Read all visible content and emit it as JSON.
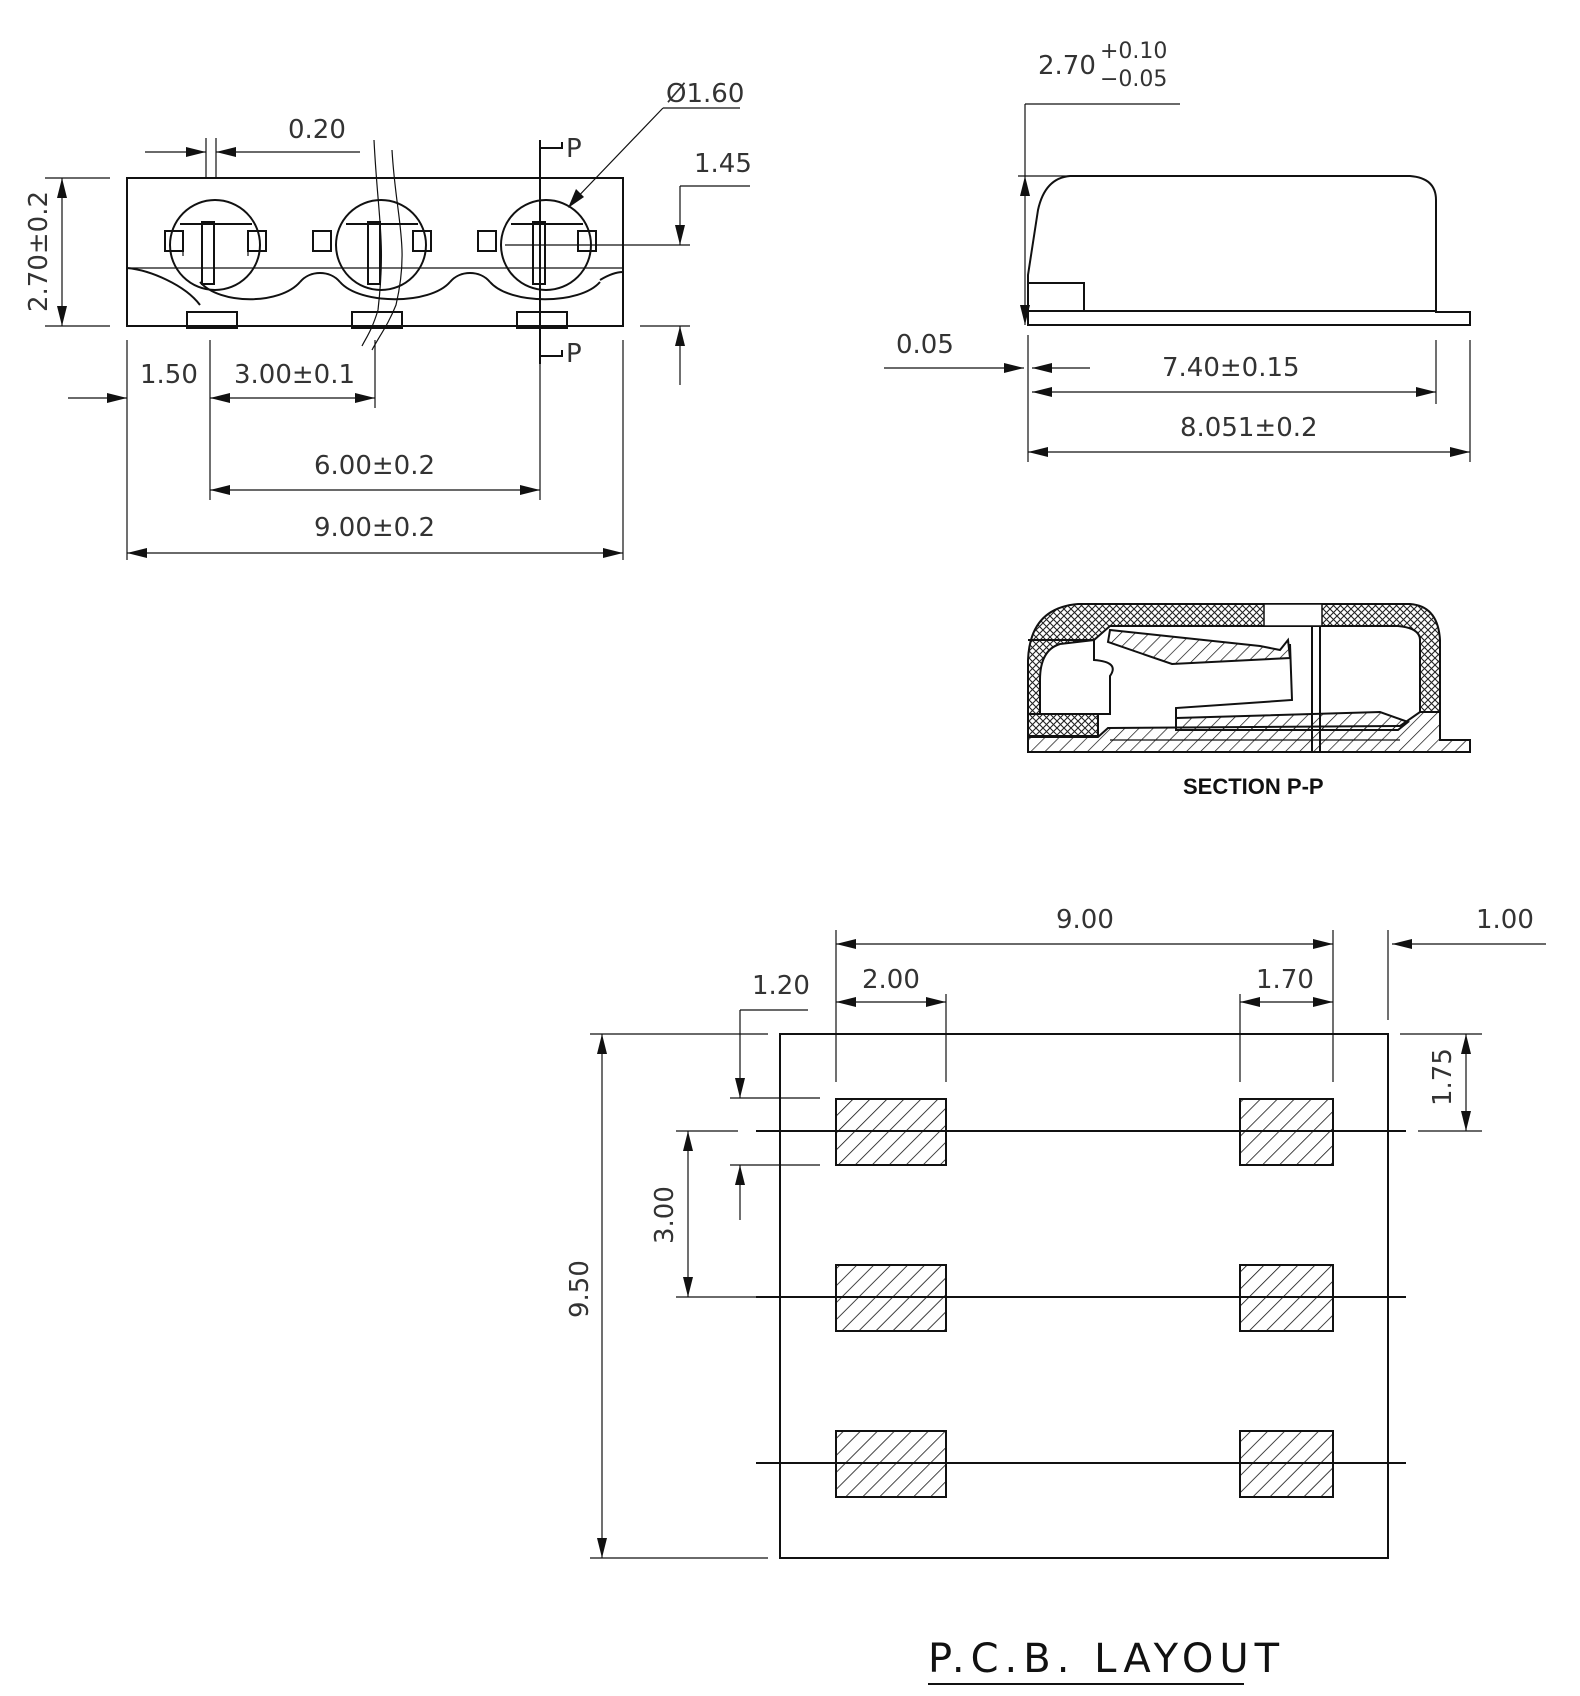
{
  "front_view": {
    "dims": {
      "pin_width": "0.20",
      "diameter": "Ø1.60",
      "height_offset": "1.45",
      "height": "2.70±0.2",
      "edge_offset": "1.50",
      "pitch": "3.00±0.1",
      "span": "6.00±0.2",
      "length": "9.00±0.2"
    },
    "section_marks": [
      "P",
      "P"
    ]
  },
  "side_view": {
    "dims": {
      "height_nominal": "2.70",
      "height_tol_plus": "+0.10",
      "height_tol_minus": "−0.05",
      "step": "0.05",
      "body_length": "7.40±0.15",
      "total_length": "8.051±0.2"
    }
  },
  "section": {
    "caption": "SECTION P-P"
  },
  "pcb_layout": {
    "title": "P.C.B. LAYOUT",
    "dims": {
      "width": "9.00",
      "right_margin": "1.00",
      "top_offset": "1.20",
      "pad_left_width": "2.00",
      "pad_right_width": "1.70",
      "row_offset": "1.75",
      "row_pitch": "3.00",
      "height": "9.50"
    }
  }
}
